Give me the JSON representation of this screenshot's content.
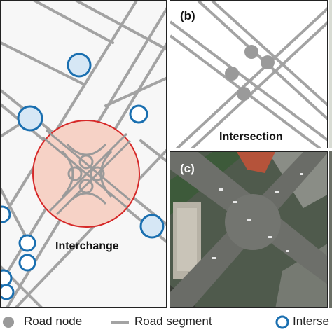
{
  "panels": {
    "a": {
      "caption": "Interchange"
    },
    "b": {
      "tag": "(b)",
      "caption": "Intersection"
    },
    "c": {
      "tag": "(c)"
    }
  },
  "legend": {
    "road_node": "Road node",
    "road_segment": "Road segment",
    "intersection": "Interse"
  },
  "colors": {
    "road": "#a3a3a3",
    "node_fill": "#9a9a9a",
    "intersection_stroke": "#1a6fb0",
    "intersection_fill": "#d6e7f5",
    "interchange_stroke": "#d62828",
    "interchange_fill": "#f6d2c6"
  }
}
